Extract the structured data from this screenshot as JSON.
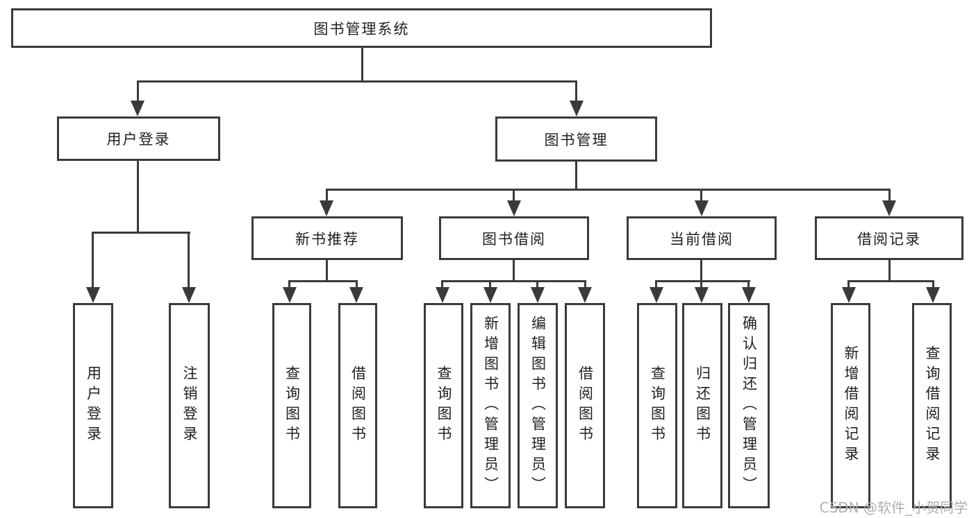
{
  "title": "图书管理系统",
  "level2": {
    "user_login": "用户登录",
    "book_mgmt": "图书管理"
  },
  "level3": {
    "new_book": "新书推荐",
    "book_borrow": "图书借阅",
    "current_borrow": "当前借阅",
    "borrow_record": "借阅记录"
  },
  "leaves": {
    "user": [
      "用户登录",
      "注销登录"
    ],
    "new_book": [
      "查询图书",
      "借阅图书"
    ],
    "book_borrow": [
      "查询图书",
      "新增图书（管理员）",
      "编辑图书（管理员）",
      "借阅图书"
    ],
    "current_borrow": [
      "查询图书",
      "归还图书",
      "确认归还（管理员）"
    ],
    "borrow_record": [
      "新增借阅记录",
      "查询借阅记录"
    ]
  },
  "watermark": "CSDN @软件_小贺同学",
  "colors": {
    "line": "#3a3a3a",
    "text": "#1f1f1f",
    "background": "#ffffff",
    "watermark": "#b0b0b0"
  }
}
